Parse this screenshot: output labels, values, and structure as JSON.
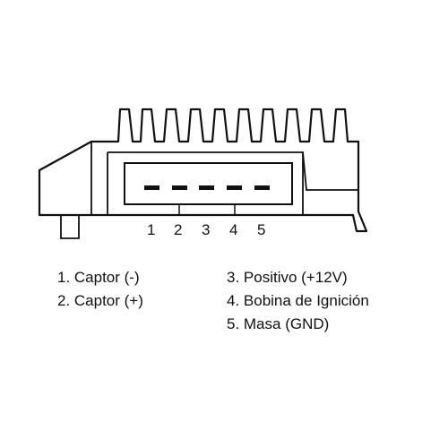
{
  "diagram": {
    "pin_numbers": [
      "1",
      "2",
      "3",
      "4",
      "5"
    ],
    "legend_left": [
      "1. Captor (-)",
      "2. Captor (+)"
    ],
    "legend_right": [
      "3. Positivo (+12V)",
      "4. Bobina de Ignición",
      "5. Masa (GND)"
    ],
    "colors": {
      "line": "#111111",
      "background": "#ffffff"
    }
  }
}
